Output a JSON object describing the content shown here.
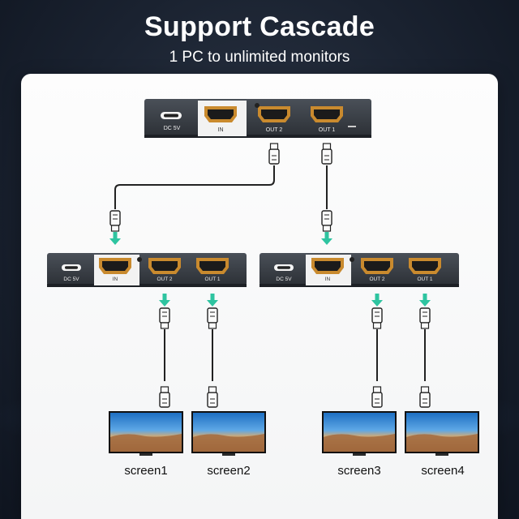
{
  "header": {
    "title": "Support Cascade",
    "subtitle": "1 PC to unlimited monitors"
  },
  "splitter": {
    "dc_label": "DC 5V",
    "in_label": "IN",
    "out2_label": "OUT 2",
    "out1_label": "OUT 1"
  },
  "screens": [
    {
      "label": "screen1"
    },
    {
      "label": "screen2"
    },
    {
      "label": "screen3"
    },
    {
      "label": "screen4"
    }
  ],
  "colors": {
    "device_body": "#3a3f47",
    "hdmi_gold": "#c98a2e",
    "arrow_teal": "#2ec4a0",
    "cable": "#222222",
    "panel": "#f7f7f8"
  }
}
